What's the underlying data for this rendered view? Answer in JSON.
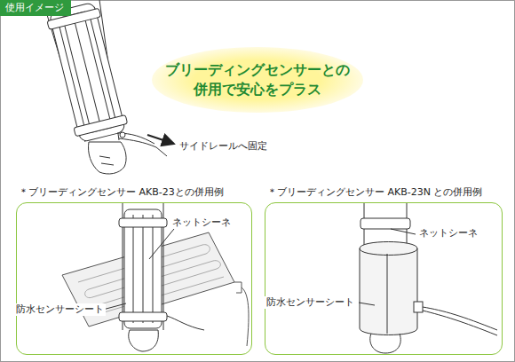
{
  "diagram": {
    "nodes": [
      {
        "text": [
          "使用イメージ"
        ]
      },
      {
        "text": [
          "ブリーディングセンサーとの併用で安心をプラス"
        ]
      },
      {
        "text": [
          "＊ブリーディングセンサー AKB-23との併用例"
        ]
      },
      {
        "text": [
          "＊ブリーディングセンサー AKB-23N との併用例"
        ]
      }
    ],
    "labels": [
      "サイドレールへ固定",
      "ネットシーネ",
      "防水センサーシート",
      "ネットシーネ",
      "防水センサーシート"
    ]
  }
}
